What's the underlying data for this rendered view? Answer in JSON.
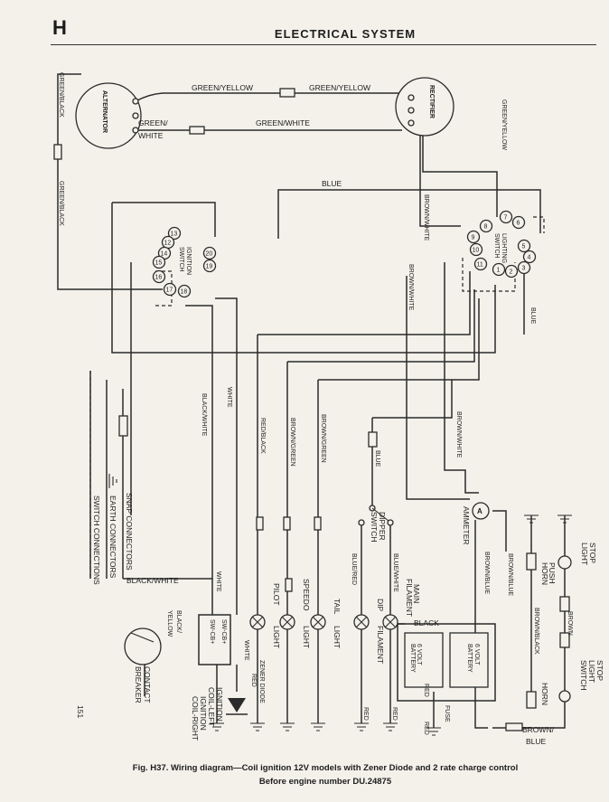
{
  "header": {
    "section_letter": "H",
    "title": "ELECTRICAL SYSTEM",
    "page_number": "151"
  },
  "caption": {
    "line1": "Fig. H37. Wiring diagram—Coil ignition 12V models with Zener Diode and 2 rate charge control",
    "line2": "Before engine number DU.24875"
  },
  "components": {
    "alternator": "ALTERNATOR",
    "rectifier": "RECTIFIER",
    "ignition_switch_line1": "IGNITION",
    "ignition_switch_line2": "SWITCH",
    "lighting_switch_line1": "LIGHTING",
    "lighting_switch_line2": "SWITCH",
    "ammeter": "AMMETER",
    "ammeter_symbol": "A",
    "dipper_switch_line1": "DIPPER",
    "dipper_switch_line2": "SWITCH",
    "horn_push_line1": "HORN",
    "horn_push_line2": "PUSH",
    "horn": "HORN",
    "stop_light_switch_top_line1": "STOP",
    "stop_light_switch_top_line2": "LIGHT",
    "stop_light_switch_line1": "STOP",
    "stop_light_switch_line2": "LIGHT",
    "stop_light_switch_line3": "SWITCH",
    "pilot_light_line1": "PILOT",
    "pilot_light_line2": "LIGHT",
    "speedo_light_line1": "SPEEDO",
    "speedo_light_line2": "LIGHT",
    "tail_light_line1": "TAIL",
    "tail_light_line2": "LIGHT",
    "dip_filament_line1": "DIP",
    "dip_filament_line2": "FILAMENT",
    "main_filament_line1": "MAIN",
    "main_filament_line2": "FILAMENT",
    "battery_left_line1": "6 VOLT",
    "battery_left_line2": "BATTERY",
    "battery_right_line1": "6 VOLT",
    "battery_right_line2": "BATTERY",
    "fuse": "FUSE",
    "contact_breaker_line1": "CONTACT",
    "contact_breaker_line2": "BREAKER",
    "ignition_coil_left_line1": "IGNITION",
    "ignition_coil_left_line2": "COIL-LEFT",
    "ignition_coil_right_line1": "IGNITION",
    "ignition_coil_right_line2": "COIL-RIGHT",
    "zener_diode": "ZENER DIODE",
    "coil_terminal_left": "SW-CB+",
    "coil_terminal_right": "SW-CB+"
  },
  "wires": {
    "green_yellow_left": "GREEN/YELLOW",
    "green_yellow_right": "GREEN/YELLOW",
    "green_white_a": "GREEN/",
    "green_white_b": "WHITE",
    "green_white_long": "GREEN/WHITE",
    "green_black_top": "GREEN/BLACK",
    "green_black_lower": "GREEN/BLACK",
    "green_yellow_vertical": "GREEN/YELLOW",
    "blue_top": "BLUE",
    "brown_white_a": "BROWN/WHITE",
    "brown_white_b": "BROWN/WHITE",
    "brown_white_c": "BROWN/WHITE",
    "blue_right": "BLUE",
    "black_white_upper": "BLACK/WHITE",
    "white_upper": "WHITE",
    "red_black": "RED/BLACK",
    "brown_green_a": "BROWN/GREEN",
    "brown_green_b": "BROWN/GREEN",
    "blue_mid": "BLUE",
    "blue_red": "BLUE/RED",
    "blue_white": "BLUE/WHITE",
    "black_white_lower": "BLACK/WHITE",
    "white_lower": "WHITE",
    "black_yellow_a": "BLACK/",
    "black_yellow_b": "YELLOW",
    "white_red_a": "WHITE",
    "white_red_b": "RED",
    "black": "BLACK",
    "red_dip": "RED",
    "red_main": "RED",
    "red_fuse_a": "RED",
    "red_fuse_b": "RED",
    "brown_blue_a": "BROWN/BLUE",
    "brown_blue_b": "BROWN/BLUE",
    "brown_black": "BROWN/BLACK",
    "brown": "BROWN",
    "brown_blue_bottom_a": "BROWN/",
    "brown_blue_bottom_b": "BLUE"
  },
  "legend": {
    "snap_connectors": "SNAP CONNECTORS",
    "earth_connectors": "EARTH CONNECTORS",
    "switch_connections": "SWITCH CONNECTIONS"
  },
  "ignition_terminals": [
    "13",
    "12",
    "14",
    "15",
    "16",
    "17",
    "18",
    "19",
    "20"
  ],
  "lighting_terminals": [
    "5",
    "4",
    "3",
    "2",
    "1",
    "11",
    "10",
    "9",
    "8",
    "7",
    "6"
  ]
}
